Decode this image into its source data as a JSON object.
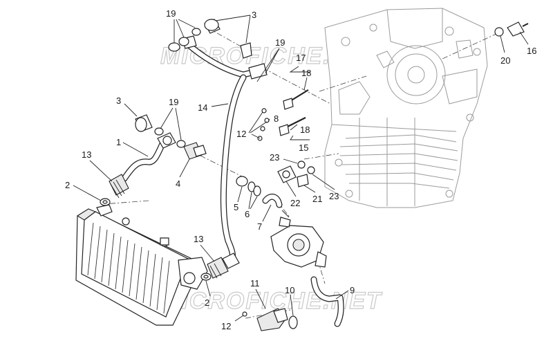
{
  "watermarks": [
    "MICROFICHE.NET",
    "MICROFICHE.NET"
  ],
  "callouts": [
    {
      "id": "c19a",
      "text": "19"
    },
    {
      "id": "c3a",
      "text": "3"
    },
    {
      "id": "c19b",
      "text": "19"
    },
    {
      "id": "c17",
      "text": "17"
    },
    {
      "id": "c18a",
      "text": "18"
    },
    {
      "id": "c14",
      "text": "14"
    },
    {
      "id": "c3b",
      "text": "3"
    },
    {
      "id": "c19c",
      "text": "19"
    },
    {
      "id": "c12a",
      "text": "12"
    },
    {
      "id": "c8",
      "text": "8"
    },
    {
      "id": "c18b",
      "text": "18"
    },
    {
      "id": "c1",
      "text": "1"
    },
    {
      "id": "c15",
      "text": "15"
    },
    {
      "id": "c13a",
      "text": "13"
    },
    {
      "id": "c23a",
      "text": "23"
    },
    {
      "id": "c4",
      "text": "4"
    },
    {
      "id": "c2a",
      "text": "2"
    },
    {
      "id": "c22",
      "text": "22"
    },
    {
      "id": "c21",
      "text": "21"
    },
    {
      "id": "c23b",
      "text": "23"
    },
    {
      "id": "c5",
      "text": "5"
    },
    {
      "id": "c6",
      "text": "6"
    },
    {
      "id": "c7",
      "text": "7"
    },
    {
      "id": "c13b",
      "text": "13"
    },
    {
      "id": "c2b",
      "text": "2"
    },
    {
      "id": "c11",
      "text": "11"
    },
    {
      "id": "c10",
      "text": "10"
    },
    {
      "id": "c9",
      "text": "9"
    },
    {
      "id": "c12b",
      "text": "12"
    },
    {
      "id": "c20",
      "text": "20"
    },
    {
      "id": "c16",
      "text": "16"
    }
  ]
}
